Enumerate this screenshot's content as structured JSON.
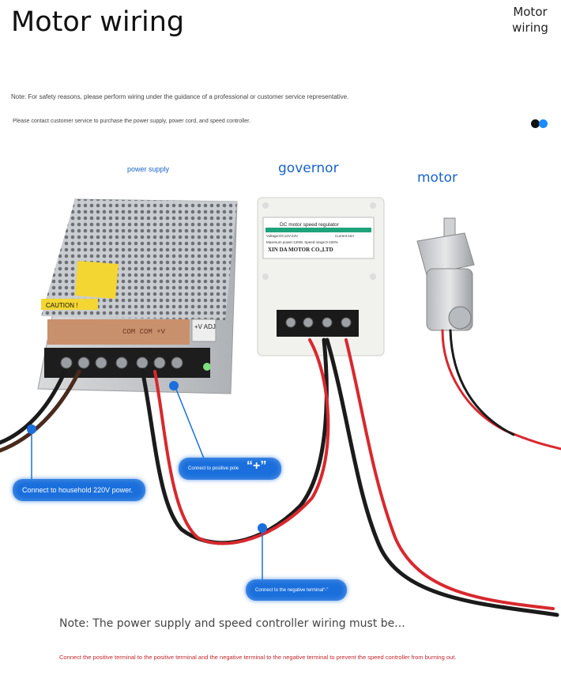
{
  "header": {
    "title": "Motor wiring",
    "corner_label": "Motor wiring"
  },
  "notes": {
    "safety": "Note: For safety reasons, please perform wiring under the guidance of a professional or customer service representative.",
    "purchase": "Please contact customer service to purchase the power supply, power cord, and speed controller."
  },
  "labels": {
    "power_supply": "power supply",
    "governor": "governor",
    "motor": "motor"
  },
  "device": {
    "psu_caution": "CAUTION !",
    "psu_terminals": "COM COM +V",
    "psu_adj": "+V ADJ",
    "regulator_title": "DC motor speed regulator",
    "regulator_spec1": "Voltage:DC12V-24V",
    "regulator_spec2": "Current:10A",
    "regulator_spec3": "Maximum power:120W, Speed range:0-100%",
    "regulator_brand": "XIN DA MOTOR CO.,LTD"
  },
  "callouts": {
    "household": "Connect to household 220V power.",
    "positive": "Connect to positive pole",
    "plus": "“+”",
    "negative": "Connect to the negative terminal“-”"
  },
  "footer": {
    "note": "Note: The power supply and speed controller wiring must be...",
    "warning": "Connect the positive terminal to the positive terminal and the negative terminal to the negative terminal to prevent the speed controller from burning out."
  },
  "colors": {
    "accent_blue": "#1a6fdc",
    "warning_red": "#c0272d",
    "wire_red": "#d8282e",
    "wire_black": "#1b1b1b"
  }
}
